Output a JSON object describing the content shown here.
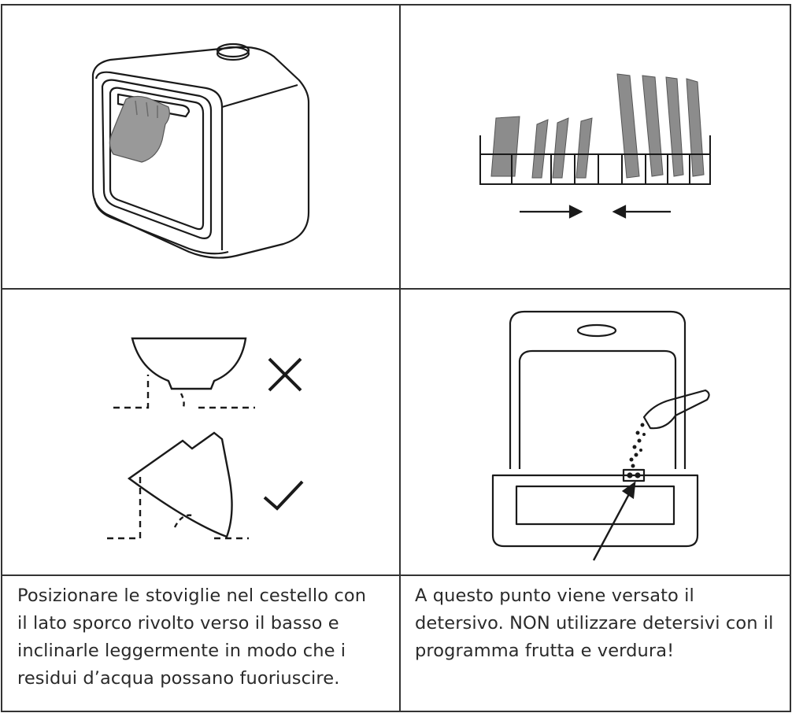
{
  "captions": {
    "left": [
      "Posizionare le stoviglie nel cestello con",
      "il lato sporco rivolto verso il basso e",
      "inclinarle leggermente in modo che i",
      "residui d’acqua possano fuoriuscire."
    ],
    "right": [
      "A questo punto viene versato il",
      "detersivo. NON utilizzare detersivi con il",
      "programma frutta e verdura!"
    ]
  },
  "icons": {
    "cross": "cross-icon",
    "check": "checkmark-icon"
  },
  "colors": {
    "line": "#1a1a1a",
    "fill_gray": "#8c8c8c",
    "border": "#333333"
  }
}
